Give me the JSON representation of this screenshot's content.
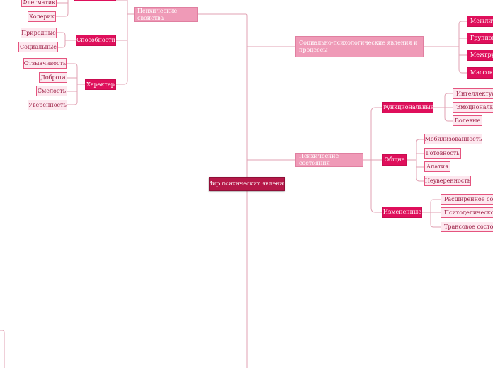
{
  "root": {
    "label": "Мир психических явлений"
  },
  "mental_properties": {
    "label": "Психические свойства",
    "temperament": {
      "leaves": [
        "Флегматик",
        "Холерик"
      ]
    },
    "abilities": {
      "label": "Способности",
      "leaves": [
        "Природные",
        "Социальные"
      ]
    },
    "character": {
      "label": "Характер",
      "leaves": [
        "Отзывчивость",
        "Доброта",
        "Смелость",
        "Уверенность"
      ]
    }
  },
  "social_phenomena": {
    "label": "Социально-психологические явления и процессы",
    "children": [
      "Межлич",
      "Группов",
      "Межгру",
      "Массови"
    ]
  },
  "mental_states": {
    "label": "Психические состояния",
    "functional": {
      "label": "Функциональные",
      "leaves": [
        "Интеллектуал",
        "Эмоционалы",
        "Волевые"
      ]
    },
    "general": {
      "label": "Общие",
      "leaves": [
        "Мобилизованность",
        "Готовность",
        "Апатия",
        "Неуверенность"
      ]
    },
    "altered": {
      "label": "Измененные",
      "leaves": [
        "Расширенное состо",
        "Психоделическое с",
        "Трансовое состоян"
      ]
    }
  },
  "colors": {
    "line": "#e1a2b3",
    "leaf_bg": "#fde8ef",
    "leaf_border": "#e5547f",
    "mid_bg": "#df0f5b",
    "main_bg": "#ef9ab7",
    "root_bg": "#b51848"
  }
}
